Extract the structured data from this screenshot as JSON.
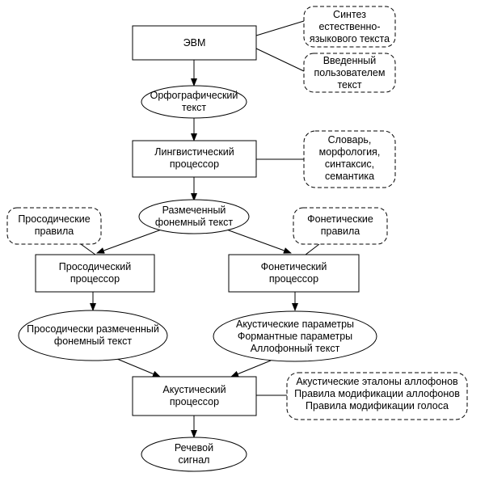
{
  "nodes": {
    "evm": [
      "ЭВМ"
    ],
    "ortho_text": [
      "Орфографический",
      "текст"
    ],
    "ling_proc": [
      "Лингвистический",
      "процессор"
    ],
    "marked_text": [
      "Размеченный",
      "фонемный текст"
    ],
    "pros_proc": [
      "Просодический",
      "процессор"
    ],
    "phon_proc": [
      "Фонетический",
      "процессор"
    ],
    "pros_marked": [
      "Просодически размеченный",
      "фонемный текст"
    ],
    "ac_params": [
      "Акустические параметры",
      "Формантные параметры",
      "Аллофонный текст"
    ],
    "ac_proc": [
      "Акустический",
      "процессор"
    ],
    "speech": [
      "Речевой",
      "сигнал"
    ]
  },
  "notes": {
    "synth": [
      "Синтез",
      "естественно-",
      "языкового текста"
    ],
    "user": [
      "Введенный",
      "пользователем",
      "текст"
    ],
    "dict": [
      "Словарь,",
      "морфология,",
      "синтаксис,",
      "семантика"
    ],
    "pros_rules": [
      "Просодические",
      "правила"
    ],
    "phon_rules": [
      "Фонетические",
      "правила"
    ],
    "ac_refs": [
      "Акустические эталоны аллофонов",
      "Правила модификации аллофонов",
      "Правила модификации голоса"
    ]
  }
}
